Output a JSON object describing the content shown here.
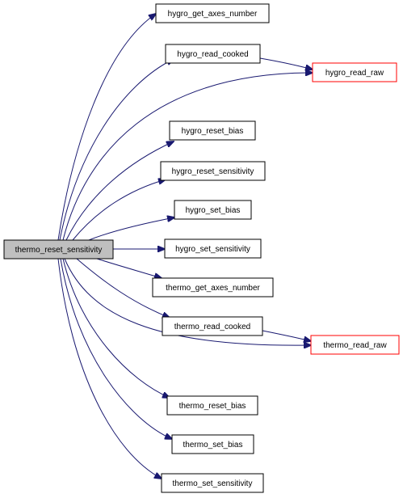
{
  "graph": {
    "colors": {
      "edge": "#191970",
      "node_border": "#000000",
      "external_border": "#ff0000",
      "root_fill": "#bfbfbf",
      "node_fill": "#ffffff"
    },
    "root": {
      "label": "thermo_reset_sensitivity"
    },
    "nodes": [
      {
        "id": "n1",
        "label": "hygro_get_axes_number"
      },
      {
        "id": "n2",
        "label": "hygro_read_cooked"
      },
      {
        "id": "n3",
        "label": "hygro_read_raw",
        "external": true
      },
      {
        "id": "n4",
        "label": "hygro_reset_bias"
      },
      {
        "id": "n5",
        "label": "hygro_reset_sensitivity"
      },
      {
        "id": "n6",
        "label": "hygro_set_bias"
      },
      {
        "id": "n7",
        "label": "hygro_set_sensitivity"
      },
      {
        "id": "n8",
        "label": "thermo_get_axes_number"
      },
      {
        "id": "n9",
        "label": "thermo_read_cooked"
      },
      {
        "id": "n10",
        "label": "thermo_read_raw",
        "external": true
      },
      {
        "id": "n11",
        "label": "thermo_reset_bias"
      },
      {
        "id": "n12",
        "label": "thermo_set_bias"
      },
      {
        "id": "n13",
        "label": "thermo_set_sensitivity"
      }
    ],
    "edges": [
      {
        "from": "root",
        "to": "n1"
      },
      {
        "from": "root",
        "to": "n2"
      },
      {
        "from": "root",
        "to": "n3"
      },
      {
        "from": "root",
        "to": "n4"
      },
      {
        "from": "root",
        "to": "n5"
      },
      {
        "from": "root",
        "to": "n6"
      },
      {
        "from": "root",
        "to": "n7"
      },
      {
        "from": "root",
        "to": "n8"
      },
      {
        "from": "root",
        "to": "n9"
      },
      {
        "from": "root",
        "to": "n10"
      },
      {
        "from": "root",
        "to": "n11"
      },
      {
        "from": "root",
        "to": "n12"
      },
      {
        "from": "root",
        "to": "n13"
      },
      {
        "from": "n2",
        "to": "n3"
      },
      {
        "from": "n9",
        "to": "n10"
      }
    ]
  }
}
